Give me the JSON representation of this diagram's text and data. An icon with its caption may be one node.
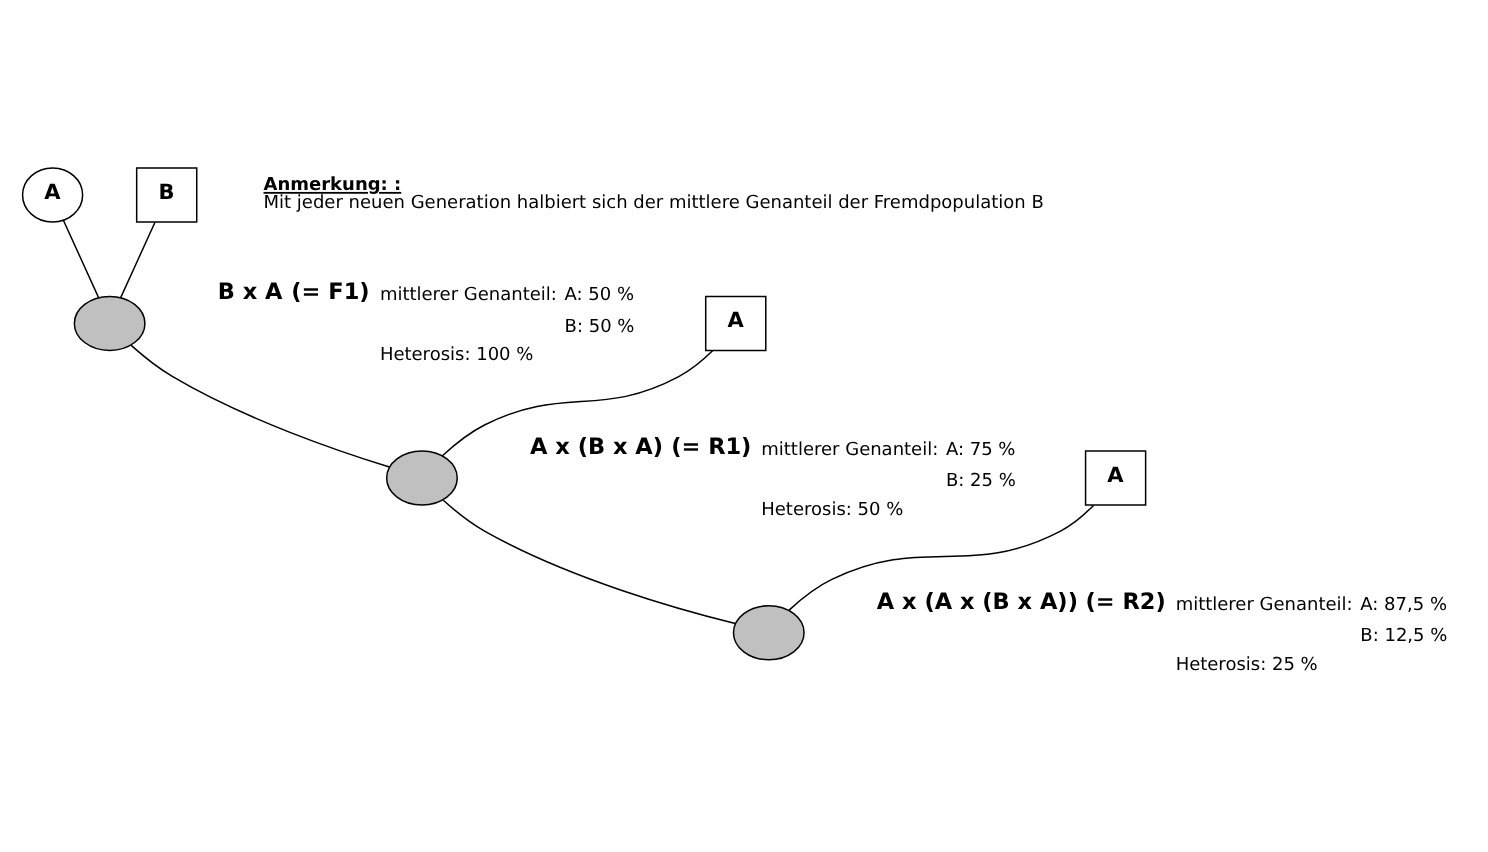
{
  "diagram": {
    "nodes": [
      {
        "text": [
          "A"
        ]
      },
      {
        "text": [
          "B"
        ]
      },
      {
        "text": [],
        "shape": "circle",
        "beside": [
          "B x A",
          "(= F1)",
          "mittlerer Genanteil:",
          "A: 50 %",
          "B: 50 %",
          "Heterosis: 100 %"
        ]
      },
      {
        "text": [
          "A"
        ]
      },
      {
        "text": [],
        "shape": "circle",
        "beside": [
          "A x (B x A)",
          "(= R1)",
          "mittlerer Genanteil:",
          "A: 75 %",
          "B: 25 %",
          "Heterosis: 50 %"
        ]
      },
      {
        "text": [
          "A"
        ]
      },
      {
        "text": [],
        "shape": "circle",
        "beside": [
          "A x (A x (B x A))",
          "(= R2)",
          "mittlerer Genanteil:",
          "A: 87,5 %",
          "B: 12,5 %",
          "Heterosis: 25 %"
        ]
      }
    ],
    "edges": [
      {
        "from": 0,
        "to": 2,
        "arrow": "none"
      },
      {
        "from": 1,
        "to": 2,
        "arrow": "none"
      },
      {
        "from": 3,
        "to": 4,
        "arrow": "none"
      },
      {
        "from": 2,
        "to": 4,
        "arrow": "none"
      },
      {
        "from": 5,
        "to": 6,
        "arrow": "none"
      },
      {
        "from": 4,
        "to": 6,
        "arrow": "none"
      }
    ],
    "labels": [
      "Anmerkung: :",
      "Mit jeder neuen Generation halbiert sich der mittlere Genanteil der Fremdpopulation B"
    ]
  }
}
